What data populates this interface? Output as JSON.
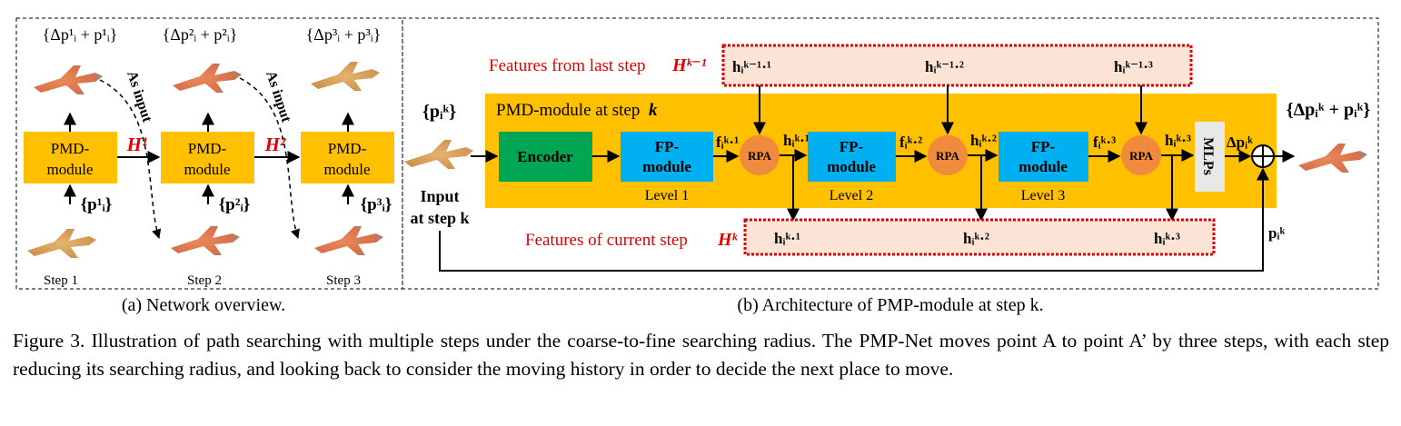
{
  "panel_a": {
    "outputs": [
      "{Δp¹ᵢ + p¹ᵢ}",
      "{Δp²ᵢ + p²ᵢ}",
      "{Δp³ᵢ + p³ᵢ}"
    ],
    "module_line1": "PMD-",
    "module_line2": "module",
    "hidden_labels": [
      "H¹",
      "H²"
    ],
    "inputs": [
      "{p¹ᵢ}",
      "{p²ᵢ}",
      "{p³ᵢ}"
    ],
    "as_input": "As input",
    "steps": [
      "Step 1",
      "Step 2",
      "Step 3"
    ],
    "caption": "(a) Network overview."
  },
  "panel_b": {
    "features_last": "Features from last step",
    "features_last_sym": "Hᵏ⁻¹",
    "h_last": [
      "hᵢᵏ⁻¹·¹",
      "hᵢᵏ⁻¹·²",
      "hᵢᵏ⁻¹·³"
    ],
    "input_set": "{pᵢᵏ}",
    "module_title": "PMD-module at step",
    "module_title_k": "k",
    "encoder": "Encoder",
    "fp_line1": "FP-",
    "fp_line2": "module",
    "levels": [
      "Level 1",
      "Level 2",
      "Level 3"
    ],
    "f_labels": [
      "fᵢᵏ·¹",
      "fᵢᵏ·²",
      "fᵢᵏ·³"
    ],
    "rpa": "RPA",
    "h_labels": [
      "hᵢᵏ·¹",
      "hᵢᵏ·²",
      "hᵢᵏ·³"
    ],
    "mlps": "MLPs",
    "delta_p": "Δpᵢᵏ",
    "output_set": "{Δpᵢᵏ + pᵢᵏ}",
    "input_line1": "Input",
    "input_line2": "at step k",
    "features_current": "Features of current step",
    "features_current_sym": "Hᵏ",
    "h_current": [
      "hᵢᵏ·¹",
      "hᵢᵏ·²",
      "hᵢᵏ·³"
    ],
    "p_k": "pᵢᵏ",
    "caption": "(b) Architecture of PMP-module at step k."
  },
  "figure_caption": "Figure 3. Illustration of path searching with multiple steps under the coarse-to-fine searching radius. The PMP-Net moves point A to point A’ by three steps, with each step reducing its searching radius, and looking back to consider the moving history in order to decide the next place to move.",
  "colors": {
    "module": "#FFC000",
    "encoder": "#00A651",
    "fp": "#00B0F0",
    "rpa": "#F08A3C",
    "mlps": "#E8E8E8",
    "feature_fill": "#FBE4D5",
    "feature_border": "#E00000",
    "red_text": "#E00000",
    "plane_yellow": "#D9A15A",
    "plane_orange": "#E0794A"
  }
}
